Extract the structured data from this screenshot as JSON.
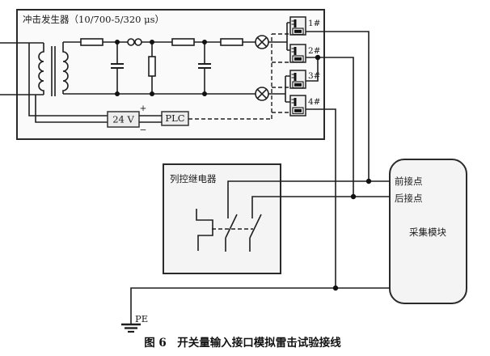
{
  "diagram": {
    "generator": {
      "title": "冲击发生器（10/700-5/320 μs）",
      "psu_label": "24 V",
      "plc_label": "PLC",
      "plus_sign": "+",
      "minus_sign": "−",
      "channels": [
        "1#",
        "2#",
        "3#",
        "4#"
      ]
    },
    "relay_box": {
      "label": "列控继电器"
    },
    "module": {
      "label": "采集模块",
      "front_contact_label": "前接点",
      "back_contact_label": "后接点"
    },
    "ground_label": "PE",
    "caption": "图 6　开关量输入接口模拟雷击试验接线"
  },
  "colors": {
    "line": "#1f1f1f",
    "box_fill_light": "#fafafa",
    "box_fill_gray": "#f4f4f4",
    "background": "#ffffff"
  }
}
